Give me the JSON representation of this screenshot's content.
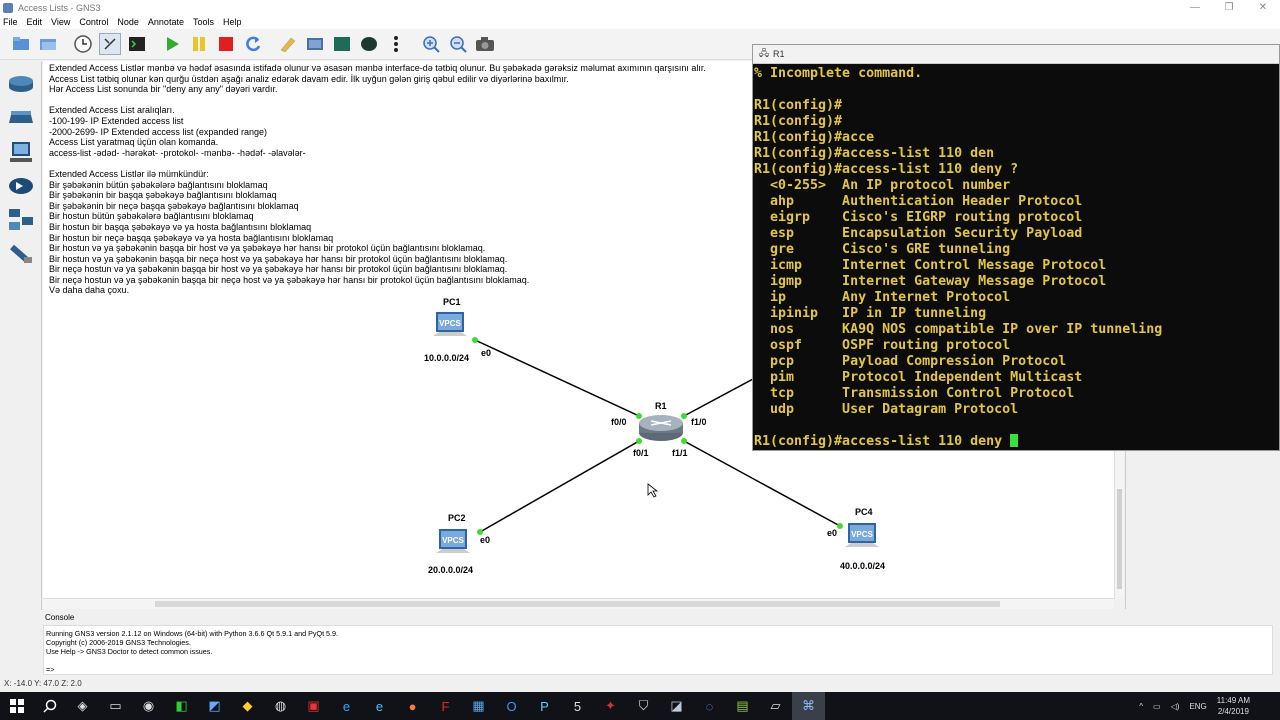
{
  "window": {
    "title": "Access Lists - GNS3",
    "min": "—",
    "max": "❐",
    "close": "✕"
  },
  "menu": [
    "File",
    "Edit",
    "View",
    "Control",
    "Node",
    "Annotate",
    "Tools",
    "Help"
  ],
  "note_lines": [
    "Extended Access Listlər mənbə və hədəf əsasında istifadə olunur və əsasən mənbə interface-də tətbiq olunur. Bu şəbəkədə gərəksiz məlumat axımının qarşısını alır.",
    "Access List tətbiq olunar kən qurğu üstdən aşağı analiz edərək davam edir. İlk uyğun gələn giriş qəbul edilir və diyərlərinə baxılmır.",
    "Hər Access List sonunda bir \"deny any any\" dəyəri vardır.",
    "",
    "Extended Access List aralıqları.",
    "-100-199- IP Extended access list",
    "-2000-2699- IP Extended access list (expanded range)",
    "Access List yaratmaq üçün olan komanda.",
    "access-list -ədəd- -hərəkət- -protokol- -mənbə- -hədəf- -əlavələr-",
    "",
    "Extended Access Listlər ilə mümkündür:",
    "Bir şəbəkənin bütün şəbəkələrə bağlantısını bloklamaq",
    "Bir şəbəkənin bir başqa şəbəkəyə bağlantısını bloklamaq",
    "Bir şəbəkənin bir neçə başqa şəbəkəyə bağlantısını bloklamaq",
    "Bir hostun bütün şəbəkələrə bağlantısını bloklamaq",
    "Bir hostun bir başqa şəbəkəyə və ya hosta bağlantısını bloklamaq",
    "Bir hostun bir neçə başqa şəbəkəyə və ya hosta bağlantısını bloklamaq",
    "Bir hostun və ya şəbəkənin başqa bir host və ya şəbəkəyə hər hansı bir protokol üçün bağlantısını bloklamaq.",
    "Bir hostun və ya şəbəkənin başqa bir neçə host və ya şəbəkəyə hər hansı bir protokol üçün bağlantısını bloklamaq.",
    "Bir neçə hostun və ya şəbəkənin başqa bir host və ya şəbəkəyə hər hansı bir protokol üçün bağlantısını bloklamaq.",
    "Bir neçə hostun və ya şəbəkənin başqa bir neçə host və ya şəbəkəyə hər hansı bir protokol üçün bağlantısını bloklamaq.",
    "Və daha daha çoxu."
  ],
  "topology": {
    "pc1": {
      "name": "PC1",
      "subnet": "10.0.0.0/24",
      "iface": "e0",
      "badge": "VPCS"
    },
    "pc2": {
      "name": "PC2",
      "subnet": "20.0.0.0/24",
      "iface": "e0",
      "badge": "VPCS"
    },
    "pc4": {
      "name": "PC4",
      "subnet": "40.0.0.0/24",
      "iface": "e0",
      "badge": "VPCS"
    },
    "r1": {
      "name": "R1",
      "f00": "f0/0",
      "f10": "f1/0",
      "f01": "f0/1",
      "f11": "f1/1"
    },
    "colors": {
      "link": "#000000",
      "port_up": "#3ddc2f"
    }
  },
  "terminal": {
    "title": "R1",
    "lines": [
      "% Incomplete command.",
      "",
      "R1(config)#",
      "R1(config)#",
      "R1(config)#acce",
      "R1(config)#access-list 110 den",
      "R1(config)#access-list 110 deny ?",
      "  <0-255>  An IP protocol number",
      "  ahp      Authentication Header Protocol",
      "  eigrp    Cisco's EIGRP routing protocol",
      "  esp      Encapsulation Security Payload",
      "  gre      Cisco's GRE tunneling",
      "  icmp     Internet Control Message Protocol",
      "  igmp     Internet Gateway Message Protocol",
      "  ip       Any Internet Protocol",
      "  ipinip   IP in IP tunneling",
      "  nos      KA9Q NOS compatible IP over IP tunneling",
      "  ospf     OSPF routing protocol",
      "  pcp      Payload Compression Protocol",
      "  pim      Protocol Independent Multicast",
      "  tcp      Transmission Control Protocol",
      "  udp      User Datagram Protocol",
      ""
    ],
    "prompt": "R1(config)#access-list 110 deny ",
    "text_color": "#e3c640",
    "cursor_color": "#39e23b"
  },
  "console": {
    "header": "Console",
    "lines": [
      "Running GNS3 version 2.1.12 on Windows (64-bit) with Python 3.6.6 Qt 5.9.1 and PyQt 5.9.",
      "Copyright (c) 2006-2019 GNS3 Technologies.",
      "Use Help -> GNS3 Doctor to detect common issues.",
      "",
      "=>"
    ]
  },
  "status": "X: -14.0 Y: 47.0 Z: 2.0",
  "taskbar": {
    "lang": "ENG",
    "time": "11:49 AM",
    "date": "2/4/2019"
  }
}
